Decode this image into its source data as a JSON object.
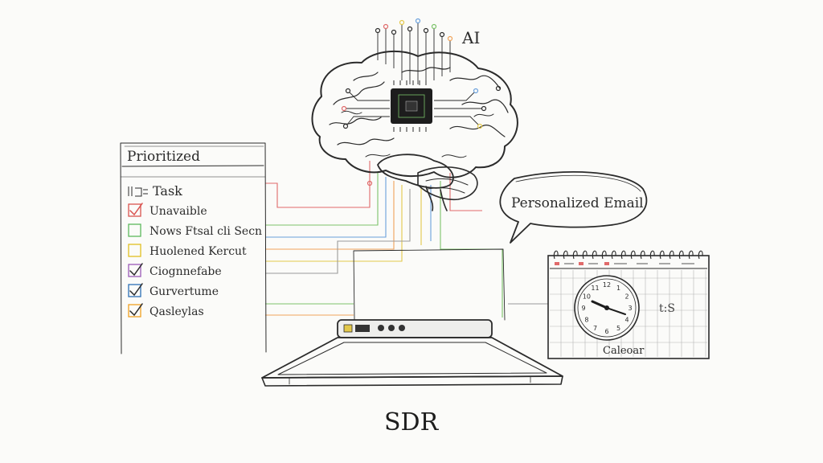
{
  "labels": {
    "ai": "AI",
    "email": "Personalized Email",
    "sdr": "SDR",
    "calendar": "Caleoar",
    "calendar_time_note": "t:S"
  },
  "task_list": {
    "title": "Prioritized",
    "header": "Task",
    "items": [
      {
        "text": "Unavaible",
        "mark": "check",
        "color": "#d9534f"
      },
      {
        "text": "Nows Ftsal cli Secn",
        "mark": "none",
        "color": "#5cb85c"
      },
      {
        "text": "Huolened Kercut",
        "mark": "none",
        "color": "#e0c020"
      },
      {
        "text": "Ciognnefabe",
        "mark": "check",
        "color": "#9b59b6"
      },
      {
        "text": "Gurvertume",
        "mark": "check",
        "color": "#2c6fb5"
      },
      {
        "text": "Qasleylas",
        "mark": "check",
        "color": "#f0a020"
      }
    ]
  },
  "colors": {
    "ink": "#2b2b2b",
    "wire_red": "#e06a6a",
    "wire_green": "#7cc36a",
    "wire_blue": "#6aa0dc",
    "wire_yellow": "#e3c84a",
    "wire_orange": "#f0a35a",
    "chip": "#1d1d1d"
  },
  "icons": [
    "brain-icon",
    "chip-icon",
    "speech-bubble-icon",
    "calendar-icon",
    "clock-icon",
    "laptop-icon",
    "checkbox-icon"
  ]
}
